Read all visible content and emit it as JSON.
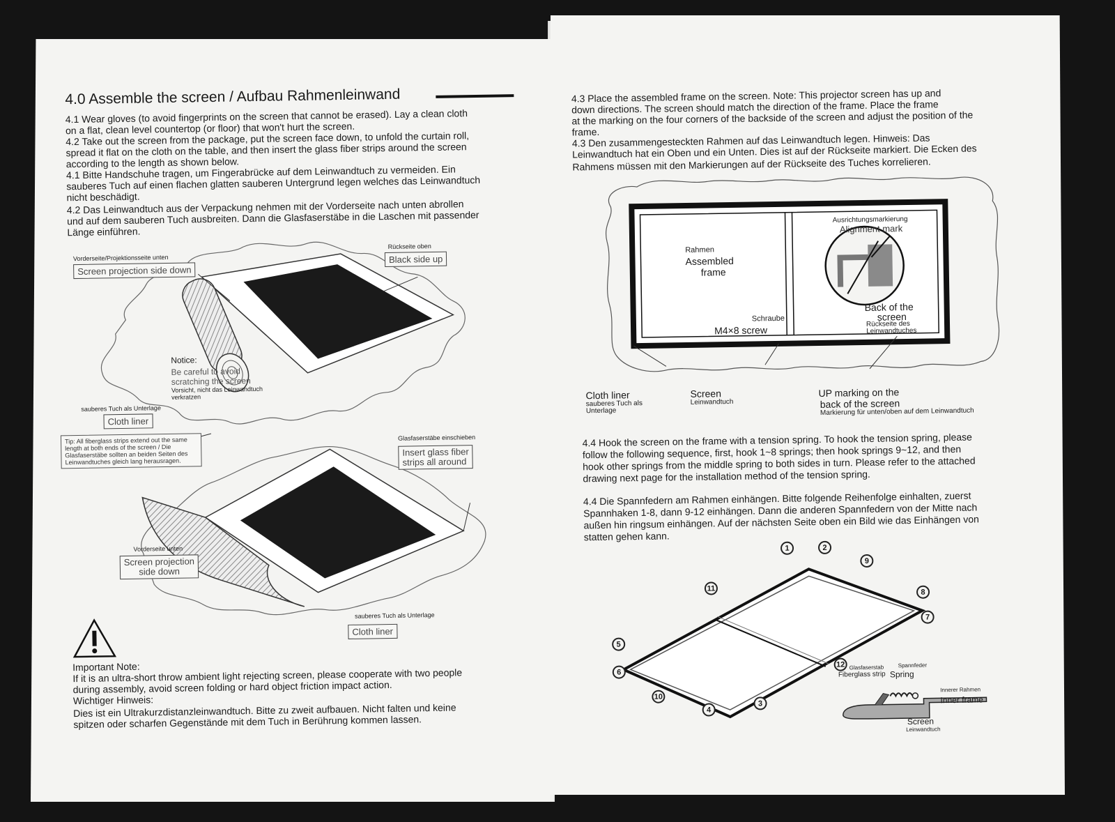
{
  "left": {
    "heading": "4.0 Assemble the screen / Aufbau Rahmenleinwand",
    "paragraphs": [
      "4.1 Wear gloves (to avoid fingerprints on the screen that cannot be erased). Lay a clean cloth",
      "on a flat, clean level countertop (or floor) that won't hurt the screen.",
      "4.2 Take out the screen from the package, put the screen face down, to unfold the curtain roll,",
      "spread it flat on the cloth on the table, and then insert the glass fiber strips around the screen",
      "according to the length as shown below.",
      "4.1 Bitte Handschuhe tragen, um Fingerabrücke auf dem Leinwandtuch zu vermeiden. Ein",
      "sauberes Tuch auf einen flachen glatten sauberen Untergrund legen welches das Leinwandtuch",
      "nicht beschädigt.",
      "4.2 Das Leinwandtuch aus der Verpackung nehmen mit der Vorderseite nach unten abrollen",
      "und auf dem sauberen Tuch ausbreiten. Dann die Glasfaserstäbe in die Laschen mit passender",
      "Länge einführen."
    ],
    "diagram1": {
      "label_de_projection": "Vorderseite/Projektionsseite unten",
      "label_projection": "Screen projection side down",
      "label_de_back": "Rückseite oben",
      "label_back": "Black side up",
      "notice_title": "Notice:",
      "notice_line1": "Be careful to avoid",
      "notice_line2": "scratching the screen",
      "notice_de1": "Vorsicht, nicht das Leinwandtuch",
      "notice_de2": "verkratzen",
      "label_de_cloth": "sauberes Tuch als Unterlage",
      "label_cloth": "Cloth liner"
    },
    "tip": "Tip: All fiberglass strips extend out the same length at both ends of the screen / Die Glasfaserstäbe sollten an beiden Seiten des Leinwandtuches gleich lang herausragen.",
    "diagram2": {
      "label_de_insert": "Glasfaserstäbe einschieben",
      "label_insert1": "Insert glass fiber",
      "label_insert2": "strips all around",
      "label_de_front": "Vorderseite unten",
      "label_front1": "Screen projection",
      "label_front2": "side down",
      "label_de_cloth": "sauberes Tuch als Unterlage",
      "label_cloth": "Cloth liner"
    },
    "important": [
      "Important Note:",
      "If it is an ultra-short throw ambient light rejecting screen, please cooperate with two people",
      "during assembly, avoid screen folding or hard object friction impact action.",
      "Wichtiger Hinweis:",
      "Dies ist ein Ultrakurzdistanzleinwandtuch. Bitte zu zweit aufbauen. Nicht falten und keine",
      "spitzen oder scharfen Gegenstände mit dem Tuch in Berührung kommen lassen."
    ]
  },
  "right": {
    "para43": [
      "4.3 Place the assembled frame on the screen. Note: This projector screen has up and",
      "down directions. The screen should match the direction of the frame. Place the frame",
      "at the marking on the four corners of the backside of the screen and adjust the position of the",
      "frame.",
      "4.3 Den zusammengesteckten Rahmen auf das Leinwandtuch legen. Hinweis: Das",
      "Leinwandtuch hat ein Oben und ein Unten. Dies ist auf der Rückseite markiert. Die Ecken des",
      "Rahmens müssen mit den Markierungen auf der Rückseite des Tuches korrelieren."
    ],
    "diagram3": {
      "rahmen": "Rahmen",
      "assembled1": "Assembled",
      "assembled2": "frame",
      "align_de": "Ausrichtungsmarkierung",
      "align": "Alignment mark",
      "schraube": "Schraube",
      "screw": "M4×8 screw",
      "back1": "Back of the",
      "back2": "screen",
      "back_de1": "Rückseite des",
      "back_de2": "Leinwandtuches",
      "cloth": "Cloth liner",
      "cloth_de1": "sauberes Tuch als",
      "cloth_de2": "Unterlage",
      "screen": "Screen",
      "screen_de": "Leinwandtuch",
      "up1": "UP marking on the",
      "up2": "back of the screen",
      "up_de": "Markierung für unten/oben auf dem Leinwandtuch"
    },
    "para44": [
      "4.4 Hook the screen on the frame with a tension spring. To hook the tension spring, please",
      "follow the following sequence, first, hook 1~8 springs; then hook springs 9~12, and then",
      "hook other springs from the middle spring to both sides in turn. Please refer to the attached",
      "drawing next page for the installation method of the tension spring."
    ],
    "para44de": [
      "4.4 Die Spannfedern am Rahmen einhängen. Bitte folgende Reihenfolge einhalten, zuerst",
      "Spannhaken 1-8, dann 9-12 einhängen. Dann die anderen Spannfedern von der Mitte nach",
      "außen hin ringsum einhängen. Auf der nächsten Seite oben ein Bild wie das Einhängen von",
      "statten gehen kann."
    ],
    "diagram4": {
      "numbers": [
        "1",
        "2",
        "9",
        "8",
        "7",
        "11",
        "5",
        "6",
        "12",
        "10",
        "4",
        "3"
      ],
      "glas_de": "Glasfaserstab",
      "feder_de": "Spannfeder",
      "glas": "Fiberglass strip",
      "spring": "Spring",
      "inner_de": "Innerer Rahmen",
      "inner": "Inner frame",
      "screen": "Screen",
      "screen_de": "Leinwandtuch"
    }
  }
}
